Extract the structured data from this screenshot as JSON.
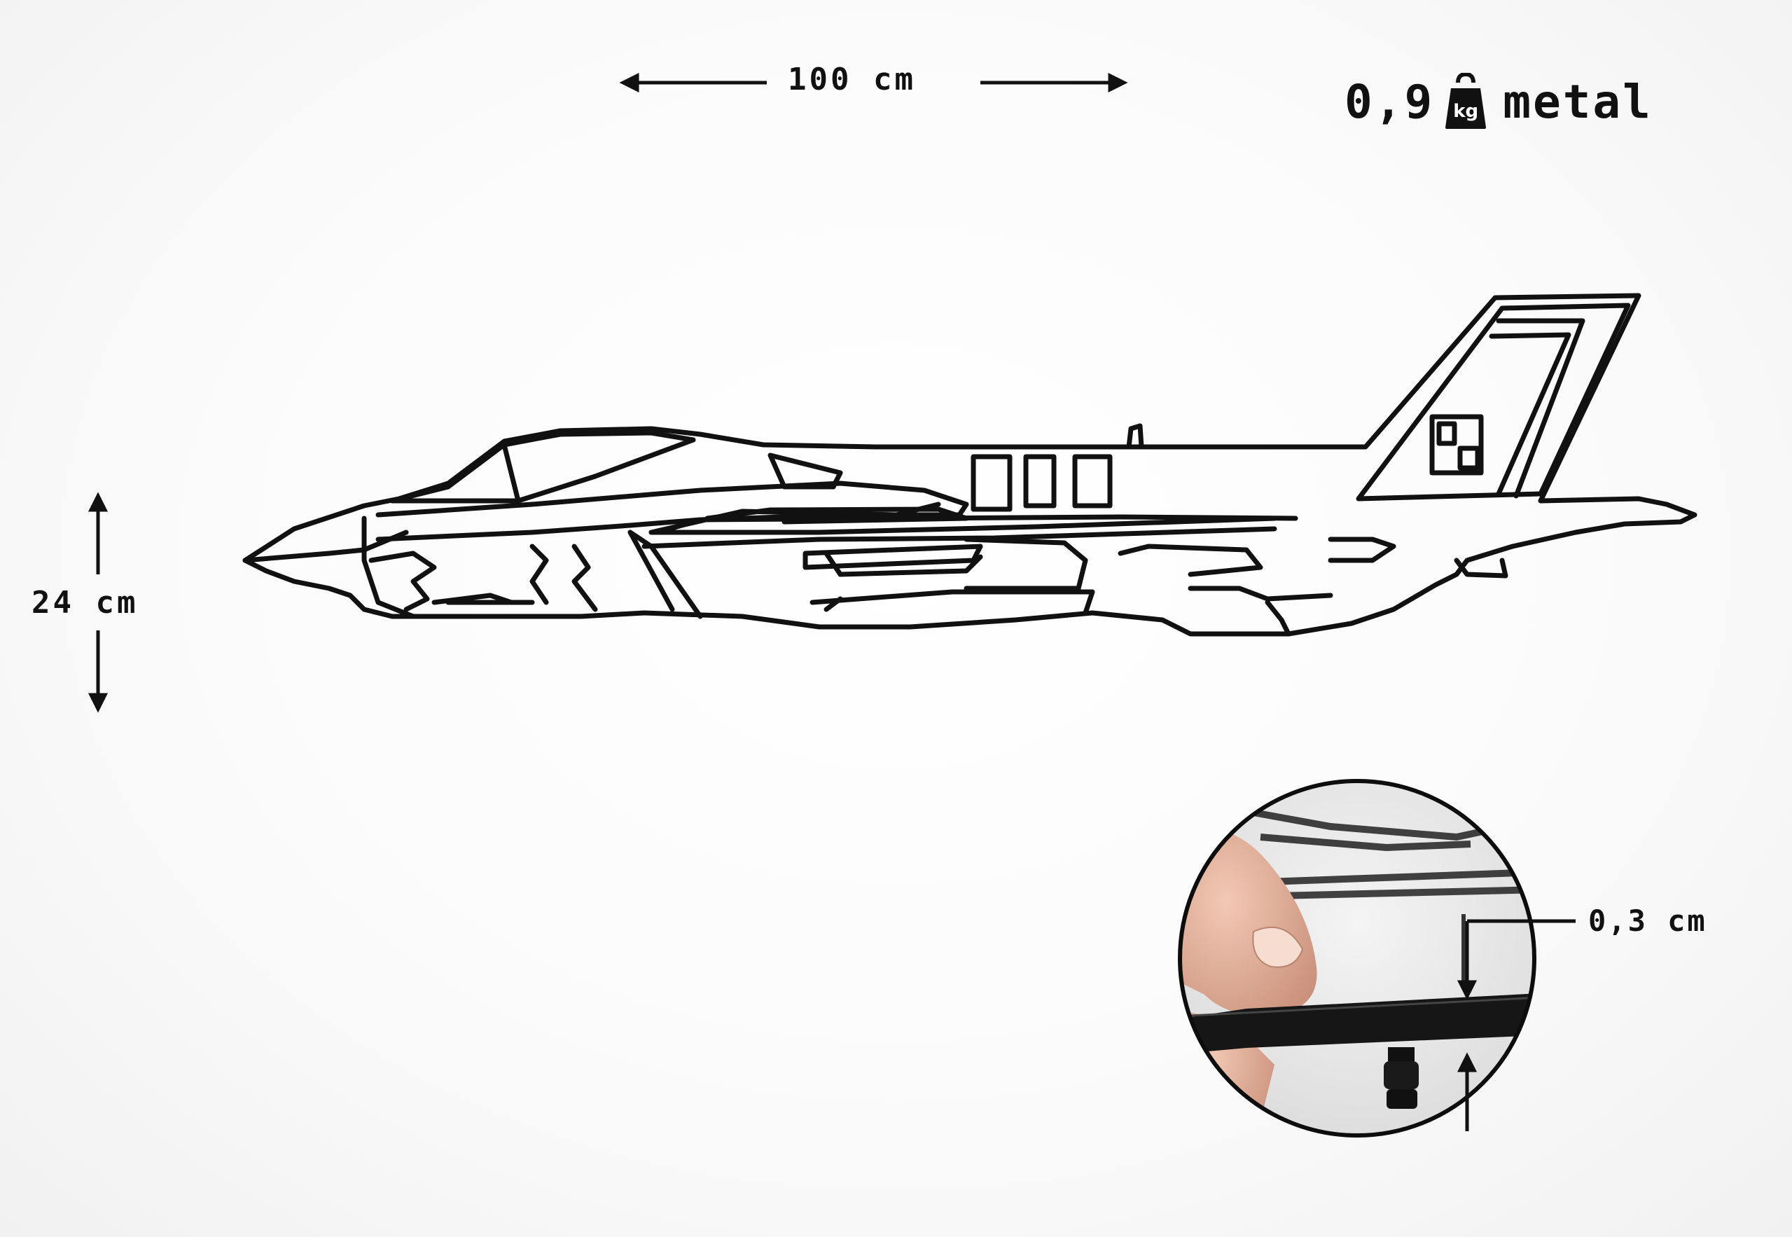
{
  "dimensions": {
    "width_label": "100 cm",
    "height_label": "24 cm",
    "thickness_label": "0,3 cm"
  },
  "weight": {
    "value": "0,9",
    "unit": "kg",
    "material": "metal"
  },
  "icons": {
    "weight": "kettlebell-weight-icon",
    "arrows": "dimension-arrow-icon"
  },
  "colors": {
    "ink": "#111111",
    "background": "#fbfbfb"
  }
}
